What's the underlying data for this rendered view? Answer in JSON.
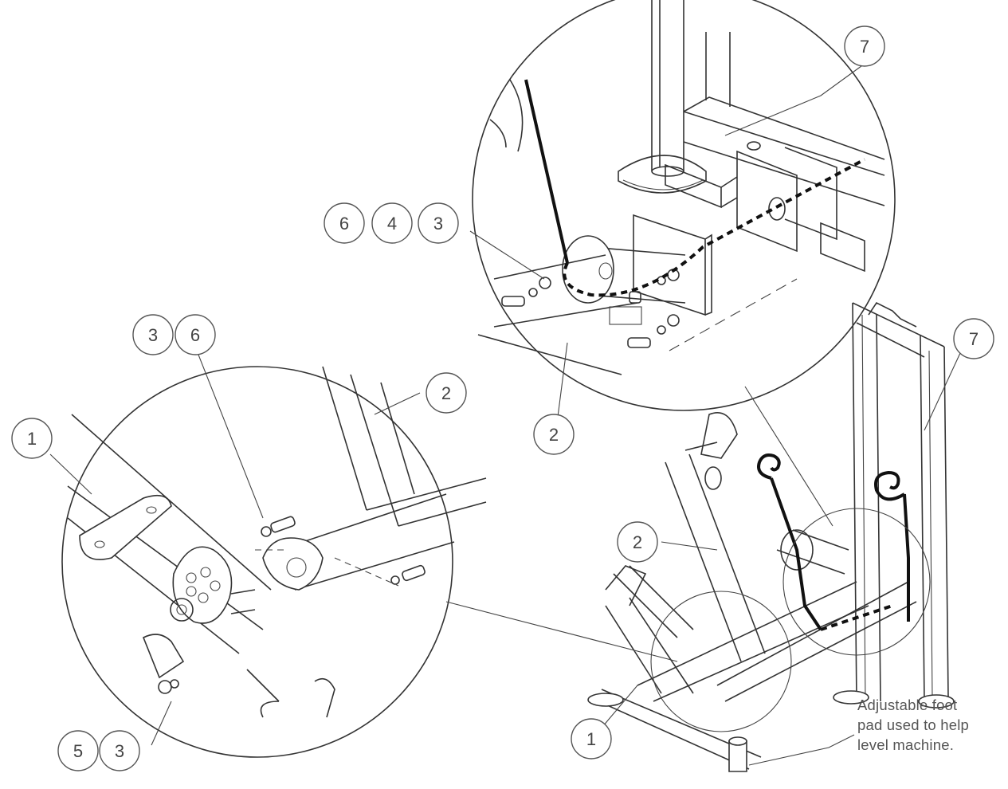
{
  "callouts": {
    "top_right_7": "7",
    "detail_top_6": "6",
    "detail_top_4": "4",
    "detail_top_3": "3",
    "detail_top_2": "2",
    "detail_left_3": "3",
    "detail_left_6": "6",
    "detail_left_1": "1",
    "detail_left_2": "2",
    "detail_left_5": "5",
    "detail_left_3b": "3",
    "machine_7": "7",
    "machine_2": "2",
    "machine_1": "1"
  },
  "note": {
    "line1": "Adjustable foot",
    "line2": "pad used to help",
    "line3": "level machine."
  },
  "colors": {
    "line": "#333333",
    "cable": "#111111",
    "text": "#444444"
  }
}
